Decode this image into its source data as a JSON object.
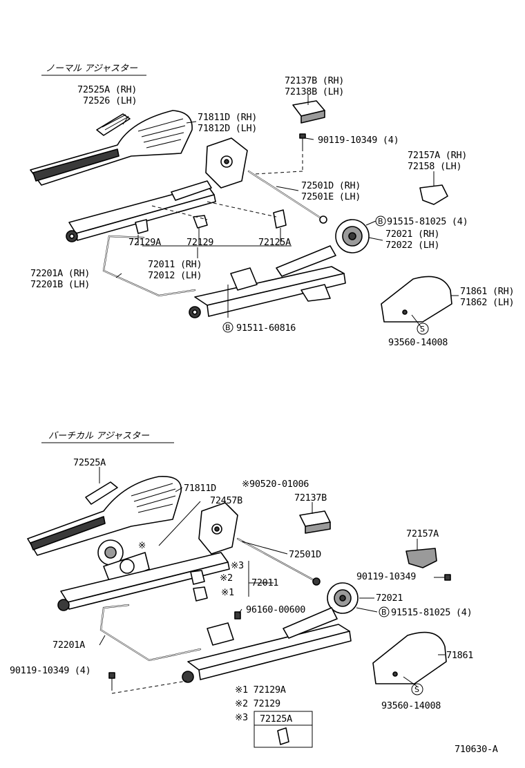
{
  "section_normal": {
    "title": "ノーマル アジャスター",
    "labels": {
      "l72525A": "72525A (RH)",
      "l72526": "72526  (LH)",
      "l71811D": "71811D (RH)",
      "l71812D": "71812D (LH)",
      "l72137B": "72137B (RH)",
      "l72138B": "72138B (LH)",
      "l90119": "90119-10349 (4)",
      "l72157A": "72157A (RH)",
      "l72158": "72158  (LH)",
      "l72501D": "72501D (RH)",
      "l72501E": "72501E (LH)",
      "l91515": "91515-81025 (4)",
      "l72021": "72021 (RH)",
      "l72022": "72022 (LH)",
      "l72129A": "72129A",
      "l72129": "72129",
      "l72125A": "72125A",
      "l72011": "72011 (RH)",
      "l72012": "72012 (LH)",
      "l72201A": "72201A (RH)",
      "l72201B": "72201B (LH)",
      "l71861": "71861 (RH)",
      "l71862": "71862 (LH)",
      "l91511": "91511-60816",
      "l93560": "93560-14008",
      "mB1": "B",
      "mB2": "B",
      "mS": "S"
    }
  },
  "section_vertical": {
    "title": "バーチカル アジャスター",
    "labels": {
      "l72525A": "72525A",
      "l71811D": "71811D",
      "l72457B": "72457B",
      "l90520": "※90520-01006",
      "l72137B": "72137B",
      "l72157A": "72157A",
      "l72501D": "72501D",
      "l90119a": "90119-10349",
      "l72011": "72011",
      "l72021": "72021",
      "l91515": "91515-81025 (4)",
      "l96160": "96160-00600",
      "l72201A": "72201A",
      "l90119b": "90119-10349 (4)",
      "l71861": "71861",
      "l93560": "93560-14008",
      "m3": "※3",
      "m2": "※2",
      "m1": "※1",
      "mStar": "※",
      "mB": "B",
      "mS": "S"
    },
    "legend": {
      "r1": "※1 72129A",
      "r2": "※2 72129",
      "r3": "※3",
      "box_part": "72125A"
    }
  },
  "figure_id": "710630-A"
}
